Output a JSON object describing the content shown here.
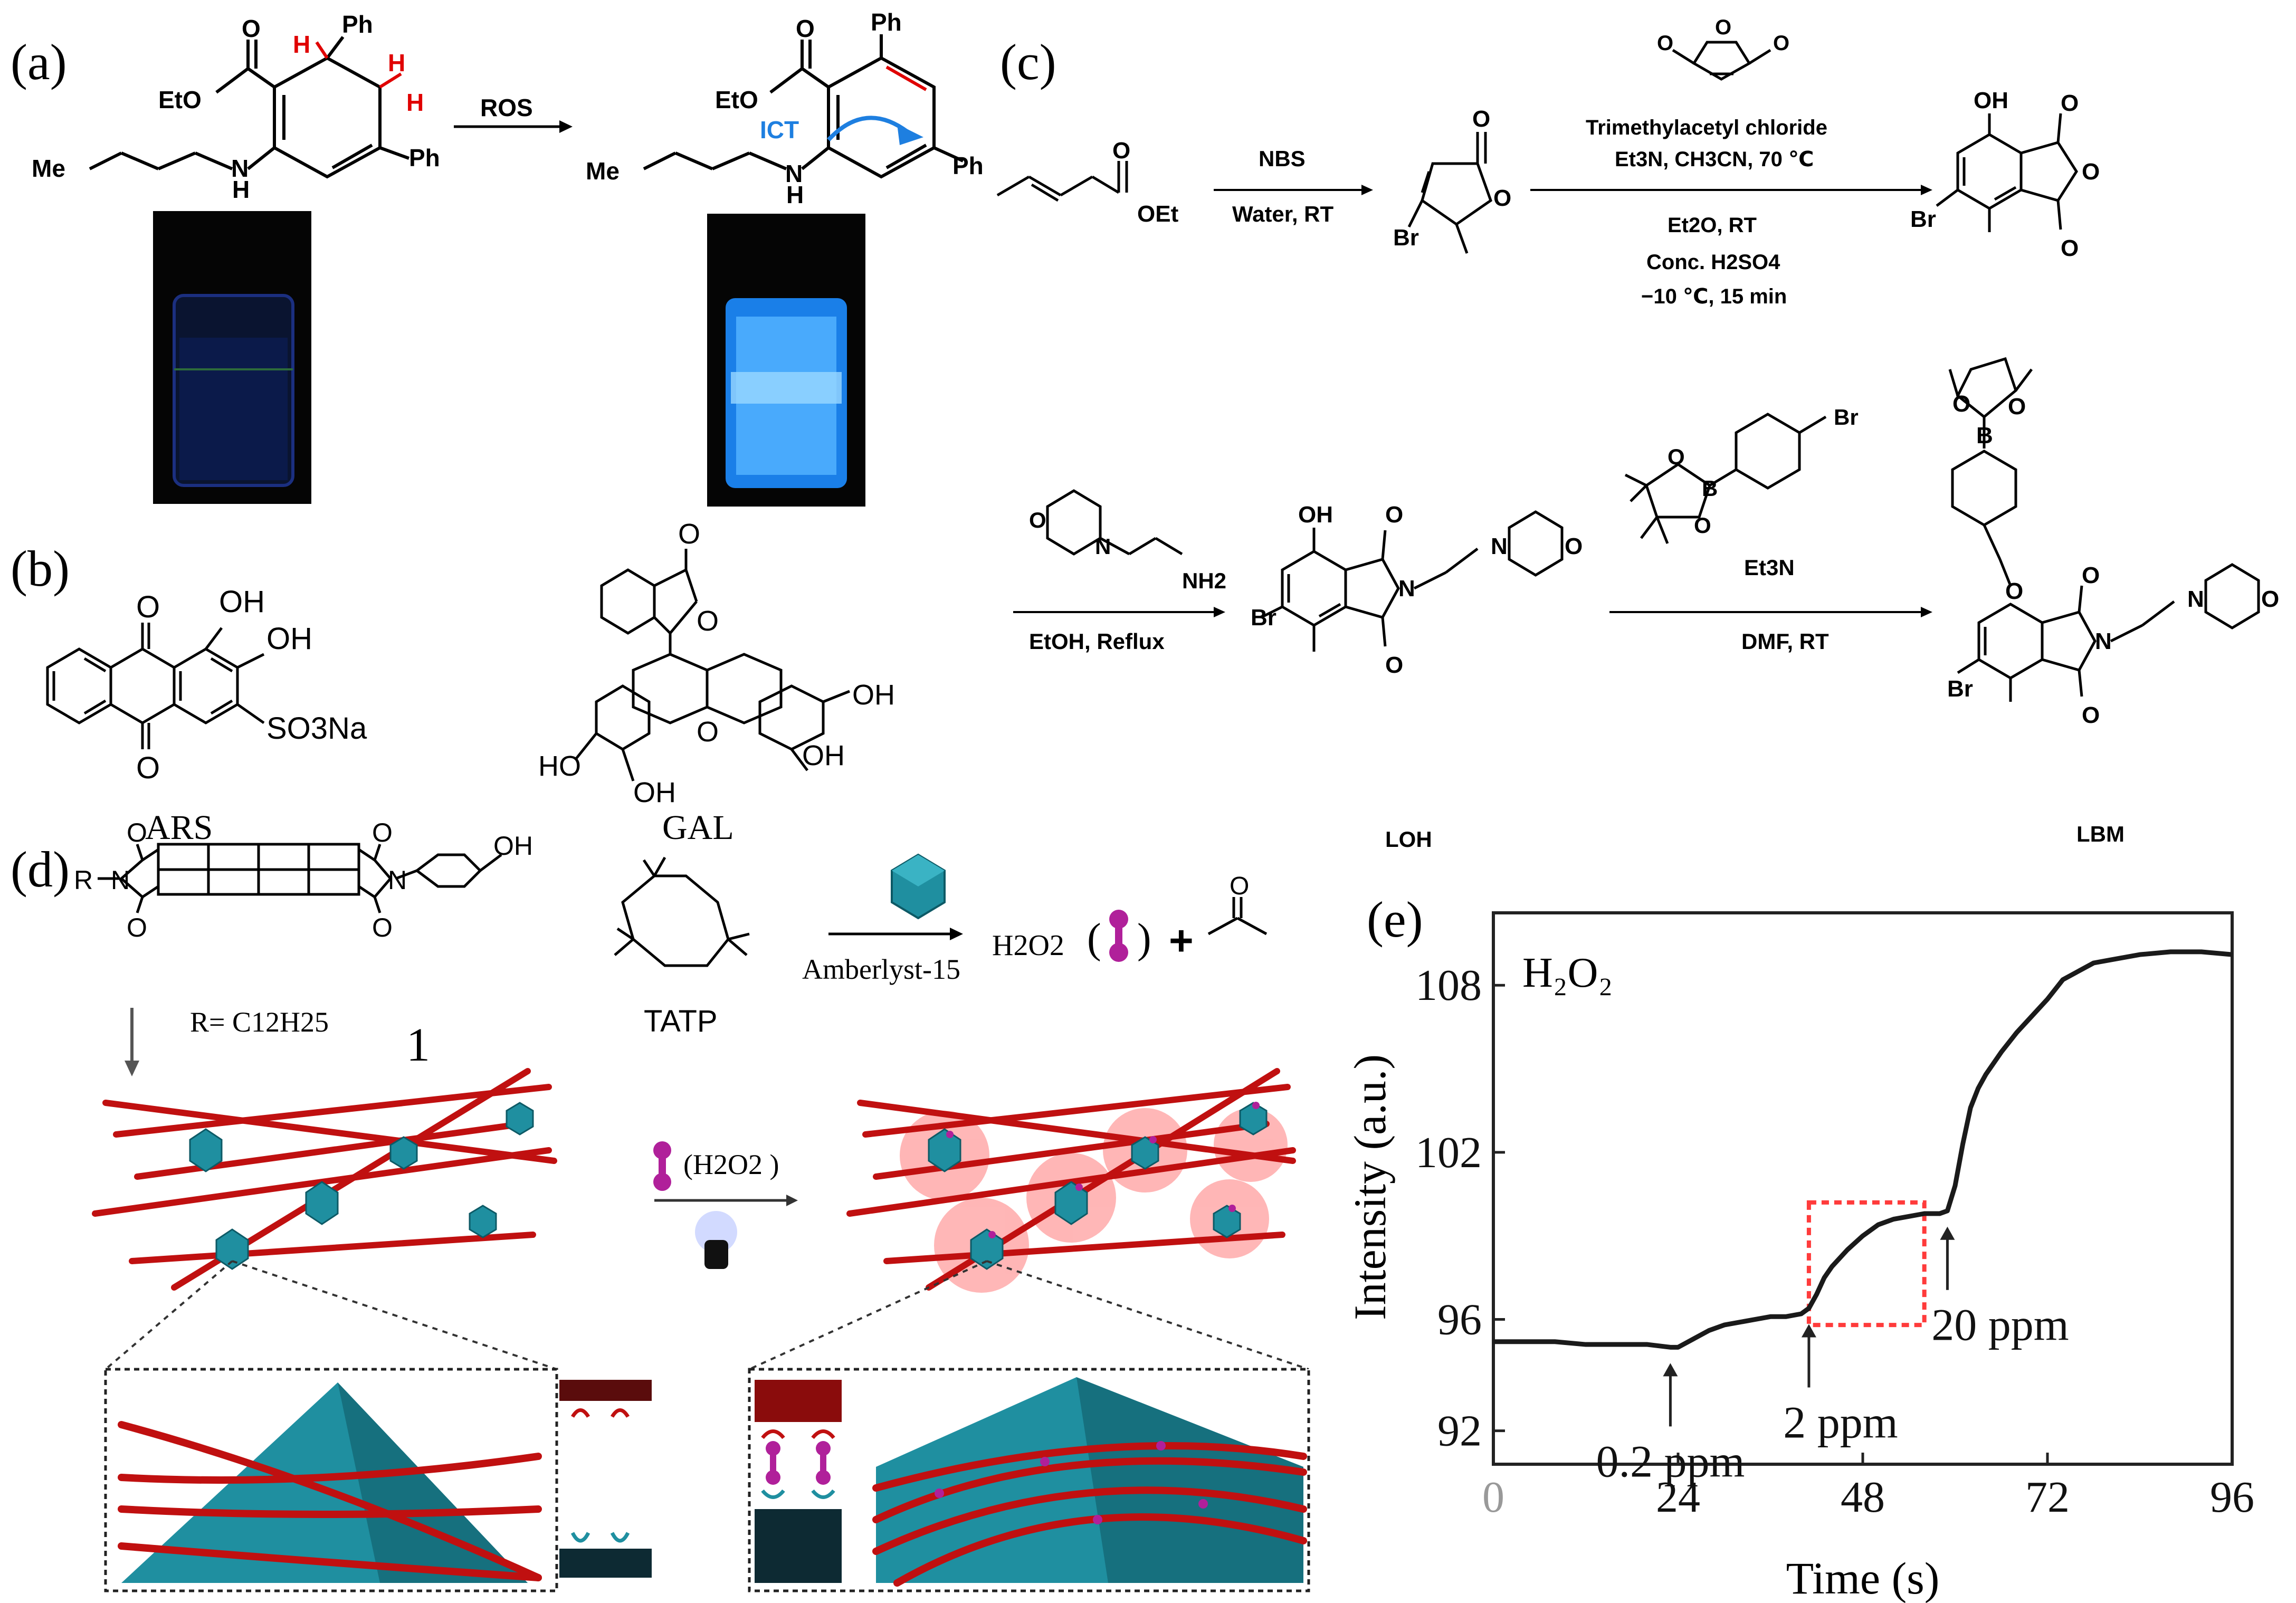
{
  "panels": {
    "a": {
      "label": "(a)",
      "arrow_label": "ROS",
      "ict_label": "ICT",
      "left_labels": {
        "ph_top": "Ph",
        "ph_right": "Ph",
        "h1": "H",
        "h2": "H",
        "eto": "EtO",
        "o": "O",
        "me": "Me",
        "nh_n": "N",
        "nh_h": "H"
      },
      "right_labels": {
        "ph_top": "Ph",
        "ph_right": "Ph",
        "eto": "EtO",
        "o": "O",
        "me": "Me",
        "nh_n": "N",
        "nh_h": "H"
      }
    },
    "b": {
      "label": "(b)",
      "ars_name": "ARS",
      "gal_name": "GAL",
      "ars_labels": {
        "o_top": "O",
        "o_bottom": "O",
        "oh1": "OH",
        "oh2": "OH",
        "so3na": "SO3Na"
      },
      "gal_labels": {
        "o1": "O",
        "o2": "O",
        "o3": "O",
        "oh_r1": "OH",
        "oh_r2": "OH",
        "ho_l": "HO",
        "oh_l2": "OH"
      }
    },
    "c": {
      "label": "(c)",
      "step1_top": "NBS",
      "step1_bottom": "Water, RT",
      "step2_top": "Trimethylacetyl chloride",
      "step2_mid": "Et3N, CH3CN, 70 ℃",
      "step2_b1": "Et2O, RT",
      "step2_b2": "Conc. H2SO4",
      "step2_b3": "−10 ℃, 15 min",
      "step3_bottom": "EtOH, Reflux",
      "step4_top": "Et3N",
      "step4_bottom": "DMF, RT",
      "loh_name": "LOH",
      "lbm_name": "LBM",
      "atoms": {
        "o": "O",
        "oet": "OEt",
        "br": "Br",
        "oh": "OH",
        "n": "N",
        "nh2": "NH2",
        "b": "B"
      }
    },
    "d": {
      "label": "(d)",
      "r_def": "R= C12H25",
      "compound_no": "1",
      "tatp": "TATP",
      "catalyst": "Amberlyst-15",
      "h2o2": "H2O2",
      "h2o2_paren": "(H2O2 )",
      "atoms": {
        "o": "O",
        "oh": "OH",
        "r": "R",
        "n": "N"
      }
    },
    "e": {
      "label": "(e)",
      "inset_label": "H₂O₂",
      "annotations": [
        "0.2 ppm",
        "2 ppm",
        "20 ppm"
      ]
    }
  },
  "chart_data": {
    "type": "line",
    "title": "",
    "xlabel": "Time (s)",
    "ylabel": "Intensity (a.u.)",
    "xlim": [
      0,
      96
    ],
    "ylim": [
      90.8,
      110.6
    ],
    "xticks": [
      0,
      24,
      48,
      72,
      96
    ],
    "yticks": [
      92,
      96,
      102,
      108
    ],
    "grid": false,
    "series": [
      {
        "x": [
          0,
          4,
          8,
          12,
          16,
          20,
          23,
          24,
          26,
          28,
          30,
          32,
          34,
          36,
          38,
          40,
          41,
          42,
          43,
          44,
          46,
          48,
          50,
          52,
          54,
          56,
          58,
          59,
          60,
          61,
          62,
          63,
          64,
          66,
          68,
          70,
          72,
          74,
          76,
          78,
          80,
          84,
          88,
          92,
          96
        ],
        "y": [
          95.2,
          95.2,
          95.2,
          95.1,
          95.1,
          95.1,
          95.0,
          95.0,
          95.3,
          95.6,
          95.8,
          95.9,
          96.0,
          96.1,
          96.1,
          96.2,
          96.4,
          96.9,
          97.5,
          97.9,
          98.5,
          99.0,
          99.4,
          99.6,
          99.7,
          99.8,
          99.8,
          99.9,
          100.8,
          102.3,
          103.6,
          104.3,
          104.8,
          105.6,
          106.3,
          106.9,
          107.5,
          108.2,
          108.5,
          108.8,
          108.9,
          109.1,
          109.2,
          109.2,
          109.1
        ]
      }
    ],
    "annotations": [
      {
        "text": "0.2 ppm",
        "x": 23
      },
      {
        "text": "2 ppm",
        "x": 41
      },
      {
        "text": "20 ppm",
        "x": 59
      }
    ],
    "highlight_box": {
      "x": [
        41,
        56
      ],
      "y": [
        95.8,
        100.2
      ]
    }
  }
}
